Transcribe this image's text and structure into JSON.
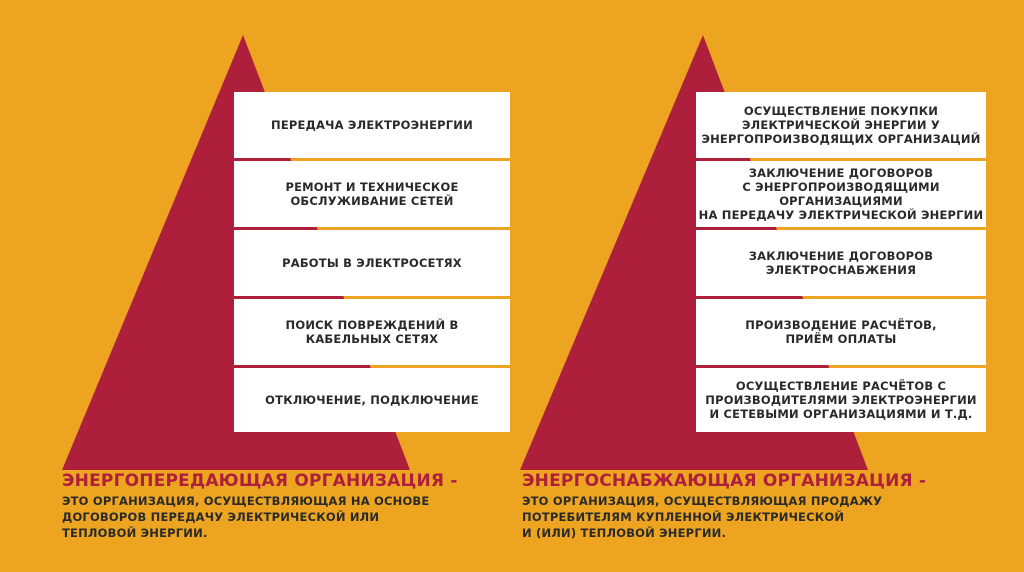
{
  "colors": {
    "background": "#EDA521",
    "triangle": "#AE1F3C",
    "box": "#FFFFFF",
    "title_text": "#AE1F3C",
    "body_text": "#2A2A2A"
  },
  "left": {
    "items": [
      {
        "label": "ПЕРЕДАЧА ЭЛЕКТРОЭНЕРГИИ"
      },
      {
        "label": "РЕМОНТ И ТЕХНИЧЕСКОЕ\nОБСЛУЖИВАНИЕ СЕТЕЙ"
      },
      {
        "label": "РАБОТЫ В ЭЛЕКТРОСЕТЯХ"
      },
      {
        "label": "ПОИСК ПОВРЕЖДЕНИЙ В\nКАБЕЛЬНЫХ СЕТЯХ"
      },
      {
        "label": "ОТКЛЮЧЕНИЕ, ПОДКЛЮЧЕНИЕ"
      }
    ],
    "caption_title": "ЭНЕРГОПЕРЕДАЮЩАЯ ОРГАНИЗАЦИЯ -",
    "caption_body": "ЭТО ОРГАНИЗАЦИЯ, ОСУЩЕСТВЛЯЮЩАЯ НА ОСНОВЕ\nДОГОВОРОВ ПЕРЕДАЧУ ЭЛЕКТРИЧЕСКОЙ ИЛИ\nТЕПЛОВОЙ ЭНЕРГИИ."
  },
  "right": {
    "items": [
      {
        "label": "ОСУЩЕСТВЛЕНИЕ ПОКУПКИ\nЭЛЕКТРИЧЕСКОЙ ЭНЕРГИИ У\nЭНЕРГОПРОИЗВОДЯЩИХ ОРГАНИЗАЦИЙ"
      },
      {
        "label": "ЗАКЛЮЧЕНИЕ ДОГОВОРОВ\nС ЭНЕРГОПРОИЗВОДЯЩИМИ ОРГАНИЗАЦИЯМИ\nНА ПЕРЕДАЧУ ЭЛЕКТРИЧЕСКОЙ ЭНЕРГИИ"
      },
      {
        "label": "ЗАКЛЮЧЕНИЕ ДОГОВОРОВ\nЭЛЕКТРОСНАБЖЕНИЯ"
      },
      {
        "label": "ПРОИЗВОДЕНИЕ РАСЧЁТОВ,\nПРИЁМ ОПЛАТЫ"
      },
      {
        "label": "ОСУЩЕСТВЛЕНИЕ РАСЧЁТОВ С\nПРОИЗВОДИТЕЛЯМИ ЭЛЕКТРОЭНЕРГИИ\nИ СЕТЕВЫМИ ОРГАНИЗАЦИЯМИ И Т.Д."
      }
    ],
    "caption_title": "ЭНЕРГОСНАБЖАЮЩАЯ ОРГАНИЗАЦИЯ -",
    "caption_body": "ЭТО ОРГАНИЗАЦИЯ, ОСУЩЕСТВЛЯЮЩАЯ ПРОДАЖУ\nПОТРЕБИТЕЛЯМ КУПЛЕННОЙ ЭЛЕКТРИЧЕСКОЙ\nИ (ИЛИ) ТЕПЛОВОЙ ЭНЕРГИИ."
  }
}
